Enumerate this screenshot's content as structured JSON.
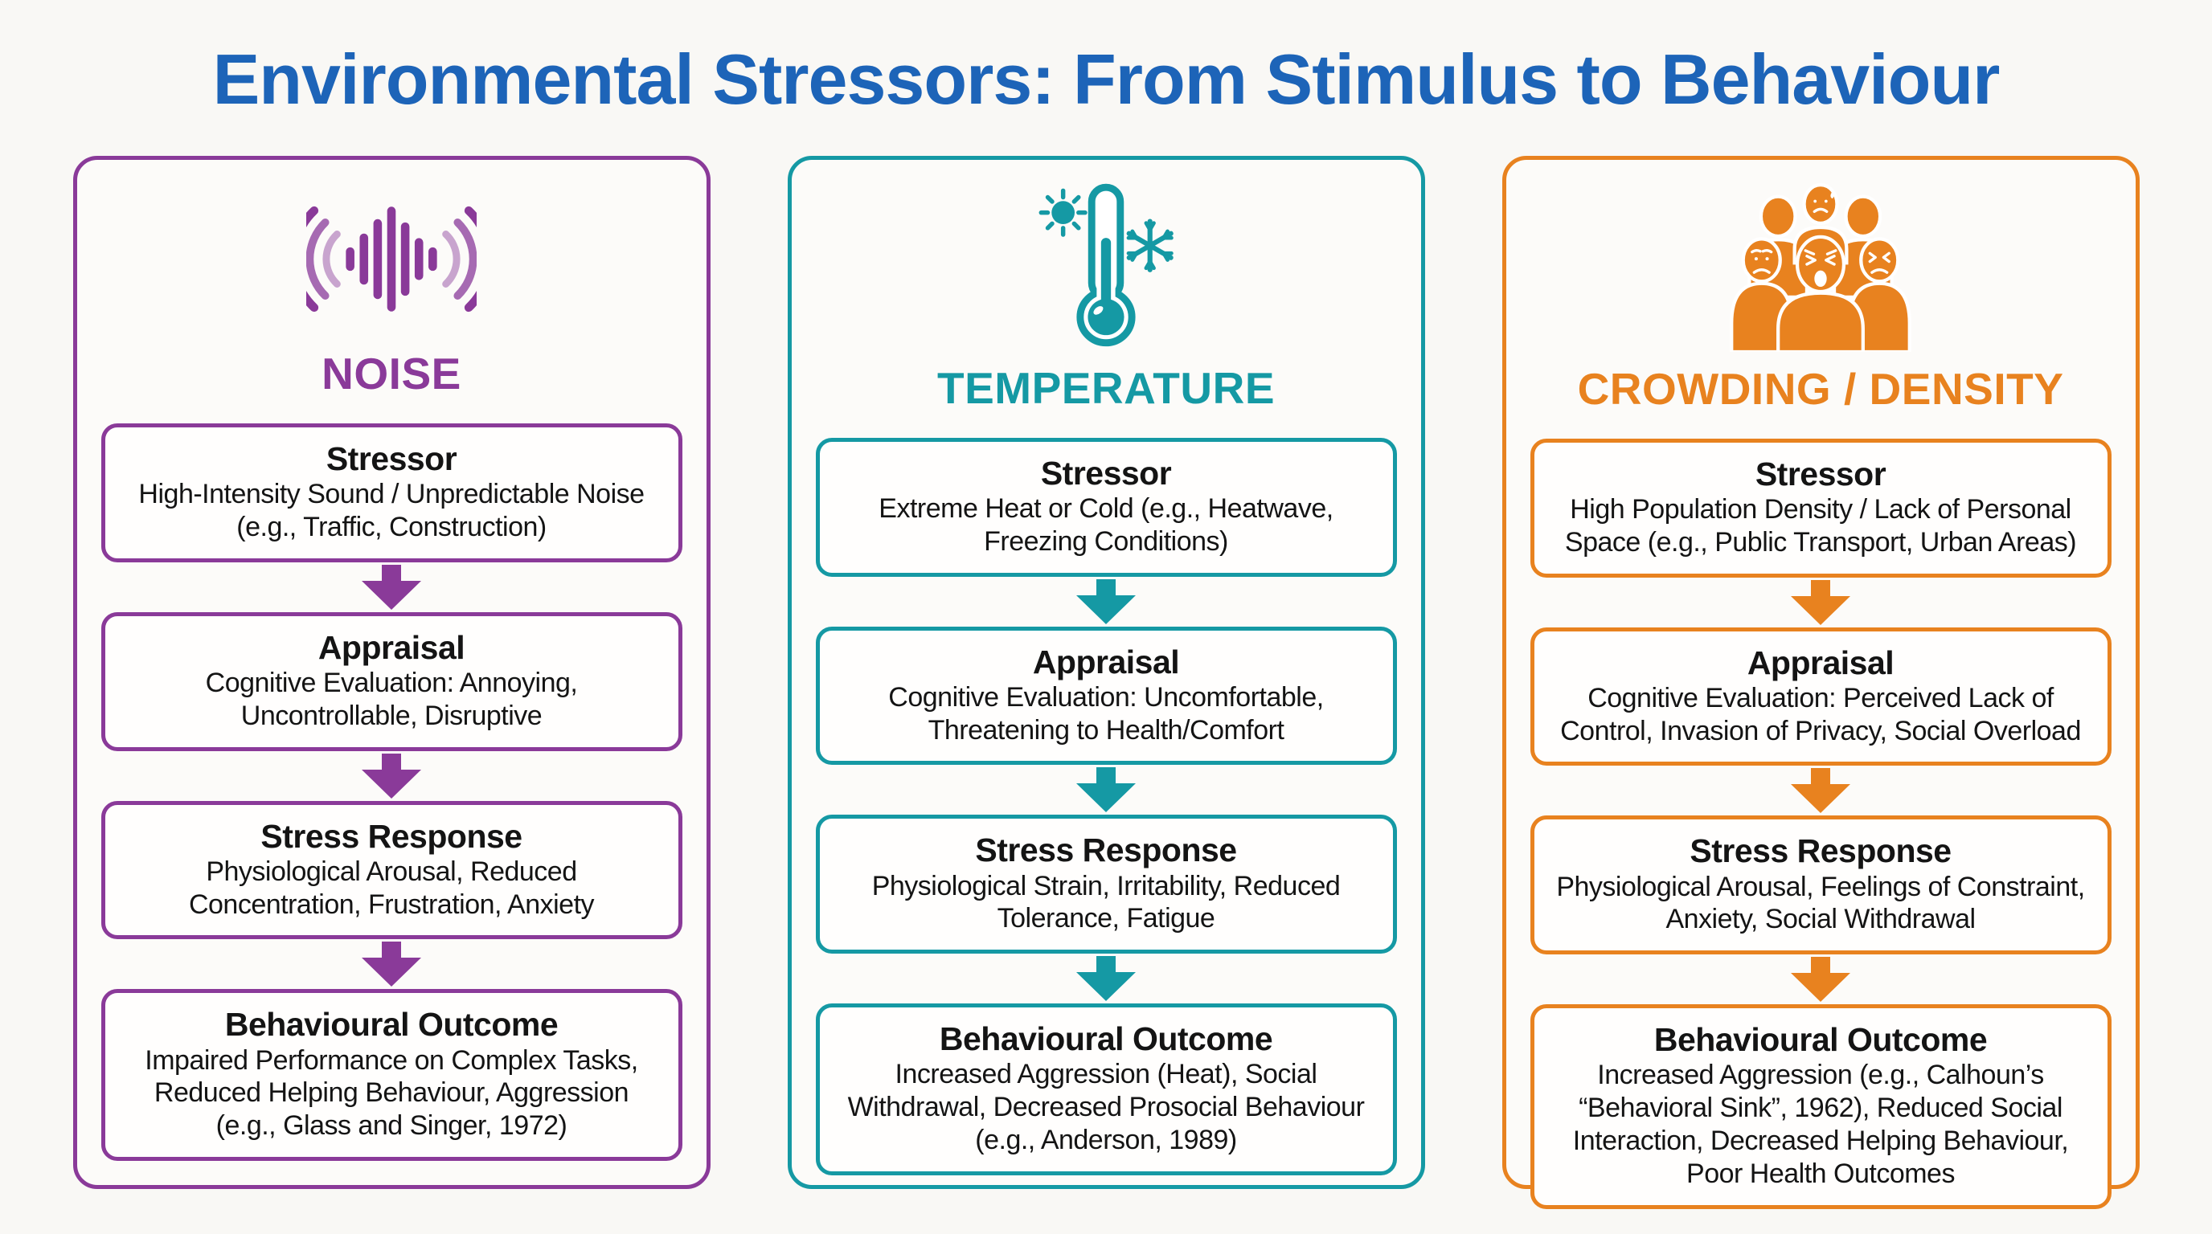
{
  "title": "Environmental Stressors: From Stimulus to Behaviour",
  "title_color": "#1d64b8",
  "background_color": "#f9f8f5",
  "columns": [
    {
      "id": "noise",
      "label": "NOISE",
      "color": "#8a3a99",
      "icon": "sound-waves-icon",
      "boxes": [
        {
          "heading": "Stressor",
          "body": "High-Intensity Sound / Unpredictable Noise (e.g., Traffic, Construction)"
        },
        {
          "heading": "Appraisal",
          "body": "Cognitive Evaluation: Annoying, Uncontrollable, Disruptive"
        },
        {
          "heading": "Stress Response",
          "body": "Physiological Arousal, Reduced Concentration, Frustration, Anxiety"
        },
        {
          "heading": "Behavioural Outcome",
          "body": "Impaired Performance on Complex Tasks, Reduced Helping Behaviour, Aggression (e.g., Glass and Singer, 1972)"
        }
      ]
    },
    {
      "id": "temperature",
      "label": "TEMPERATURE",
      "color": "#1599a4",
      "icon": "thermometer-hot-cold-icon",
      "boxes": [
        {
          "heading": "Stressor",
          "body": "Extreme Heat or Cold (e.g., Heatwave, Freezing Conditions)"
        },
        {
          "heading": "Appraisal",
          "body": "Cognitive Evaluation: Uncomfortable, Threatening to Health/Comfort"
        },
        {
          "heading": "Stress Response",
          "body": "Physiological Strain, Irritability, Reduced Tolerance, Fatigue"
        },
        {
          "heading": "Behavioural Outcome",
          "body": "Increased Aggression (Heat), Social Withdrawal, Decreased Prosocial Behaviour (e.g., Anderson, 1989)"
        }
      ]
    },
    {
      "id": "crowding",
      "label": "CROWDING / DENSITY",
      "color": "#e8821f",
      "icon": "crowd-icon",
      "boxes": [
        {
          "heading": "Stressor",
          "body": "High Population Density / Lack of Personal Space (e.g., Public Transport, Urban Areas)"
        },
        {
          "heading": "Appraisal",
          "body": "Cognitive Evaluation: Perceived Lack of Control, Invasion of Privacy, Social Overload"
        },
        {
          "heading": "Stress Response",
          "body": "Physiological Arousal, Feelings of Constraint, Anxiety, Social Withdrawal"
        },
        {
          "heading": "Behavioural Outcome",
          "body": "Increased Aggression (e.g., Calhoun’s “Behavioral Sink”, 1962), Reduced Social Interaction, Decreased Helping Behaviour, Poor Health Outcomes"
        }
      ]
    }
  ]
}
